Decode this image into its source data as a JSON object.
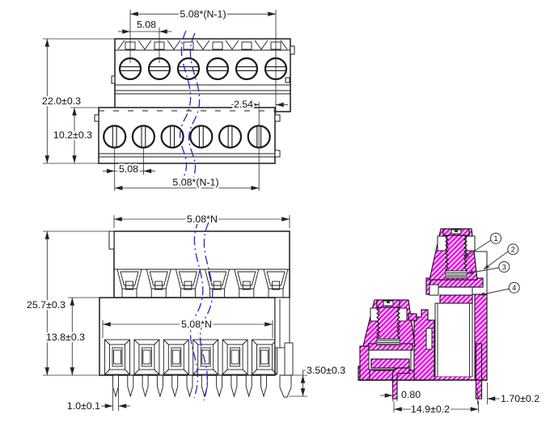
{
  "drawing": {
    "type": "terminal-block-engineering-drawing",
    "views": [
      "top-view",
      "front-view",
      "section-view"
    ]
  },
  "colors": {
    "hatch_magenta": "#ed1aed",
    "break_blue": "#2323cf",
    "line": "#1b1b1b"
  },
  "top_view": {
    "dim_pitch_total_top": "5.08*(N-1)",
    "dim_pitch_top": "5.08",
    "dim_height_total": "22.0±0.3",
    "dim_height_front": "10.2±0.3",
    "dim_offset": "2.54",
    "dim_pitch_bottom": "5.08",
    "dim_pitch_total_bottom": "5.08*(N-1)"
  },
  "front_view": {
    "dim_width_top": "5.08*N",
    "dim_width_bottom": "5.08*N",
    "dim_height_total": "25.7±0.3",
    "dim_height_lower": "13.8±0.3",
    "dim_pin_width": "1.0±0.1",
    "dim_pin_length": "3.50±0.3"
  },
  "section_view": {
    "callouts": [
      "1",
      "2",
      "3",
      "4"
    ],
    "dim_pin_thickness": "0.80",
    "dim_pin_span": "14.9±0.2",
    "dim_wall": "1.70±0.2"
  }
}
